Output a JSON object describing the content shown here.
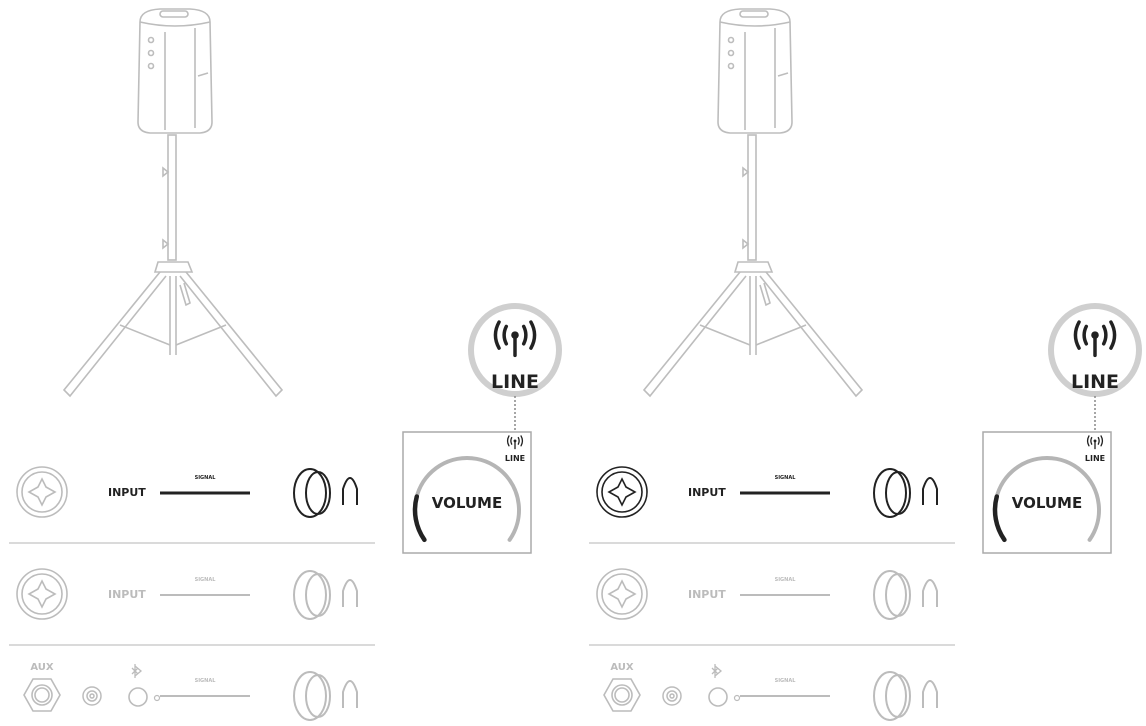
{
  "colors": {
    "active": "#222222",
    "inactive": "#bcbcbc",
    "callout_ring": "#cfcfcf"
  },
  "panels": [
    {
      "callout": {
        "icon": "line-antenna-icon",
        "label": "LINE"
      },
      "volume_box": {
        "icon": "line-antenna-icon",
        "icon_label": "LINE",
        "label": "VOLUME",
        "level_percent": 20
      },
      "channels": [
        {
          "label": "INPUT",
          "signal_label": "SIGNAL",
          "active": true,
          "jack_active": false
        },
        {
          "label": "INPUT",
          "signal_label": "SIGNAL",
          "active": false,
          "jack_active": false
        },
        {
          "aux_label": "AUX",
          "bluetooth_icon": "bluetooth-icon",
          "signal_label": "SIGNAL",
          "active": false
        }
      ]
    },
    {
      "callout": {
        "icon": "line-antenna-icon",
        "label": "LINE"
      },
      "volume_box": {
        "icon": "line-antenna-icon",
        "icon_label": "LINE",
        "label": "VOLUME",
        "level_percent": 20
      },
      "channels": [
        {
          "label": "INPUT",
          "signal_label": "SIGNAL",
          "active": true,
          "jack_active": true
        },
        {
          "label": "INPUT",
          "signal_label": "SIGNAL",
          "active": false,
          "jack_active": false
        },
        {
          "aux_label": "AUX",
          "bluetooth_icon": "bluetooth-icon",
          "signal_label": "SIGNAL",
          "active": false
        }
      ]
    }
  ]
}
